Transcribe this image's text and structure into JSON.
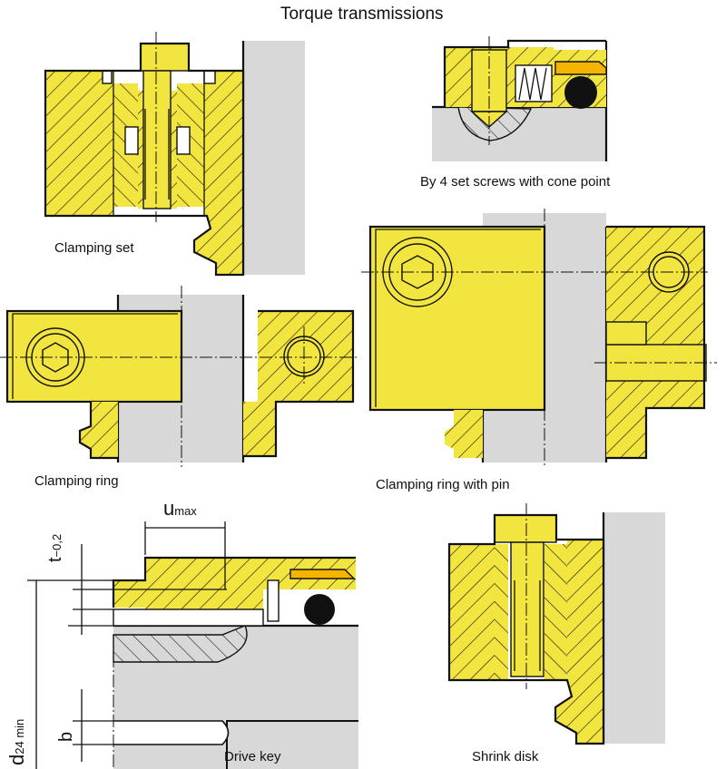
{
  "title": "Torque transmissions",
  "panels": {
    "clamping_set": "Clamping set",
    "set_screws": "By 4 set screws with cone point",
    "clamping_ring": "Clamping ring",
    "clamping_ring_pin": "Clamping ring with pin",
    "drive_key": "Drive key",
    "shrink_disk": "Shrink disk"
  },
  "dimensions": {
    "u": "u",
    "u_sub": "max",
    "t": "t",
    "t_sub": "−0,2",
    "d": "d",
    "d_sub": "24 min",
    "b": "b"
  },
  "colors": {
    "part": "#f3e53f",
    "shaft": "#d8d8d8",
    "seal": "#f5b400",
    "outline": "#111111"
  }
}
